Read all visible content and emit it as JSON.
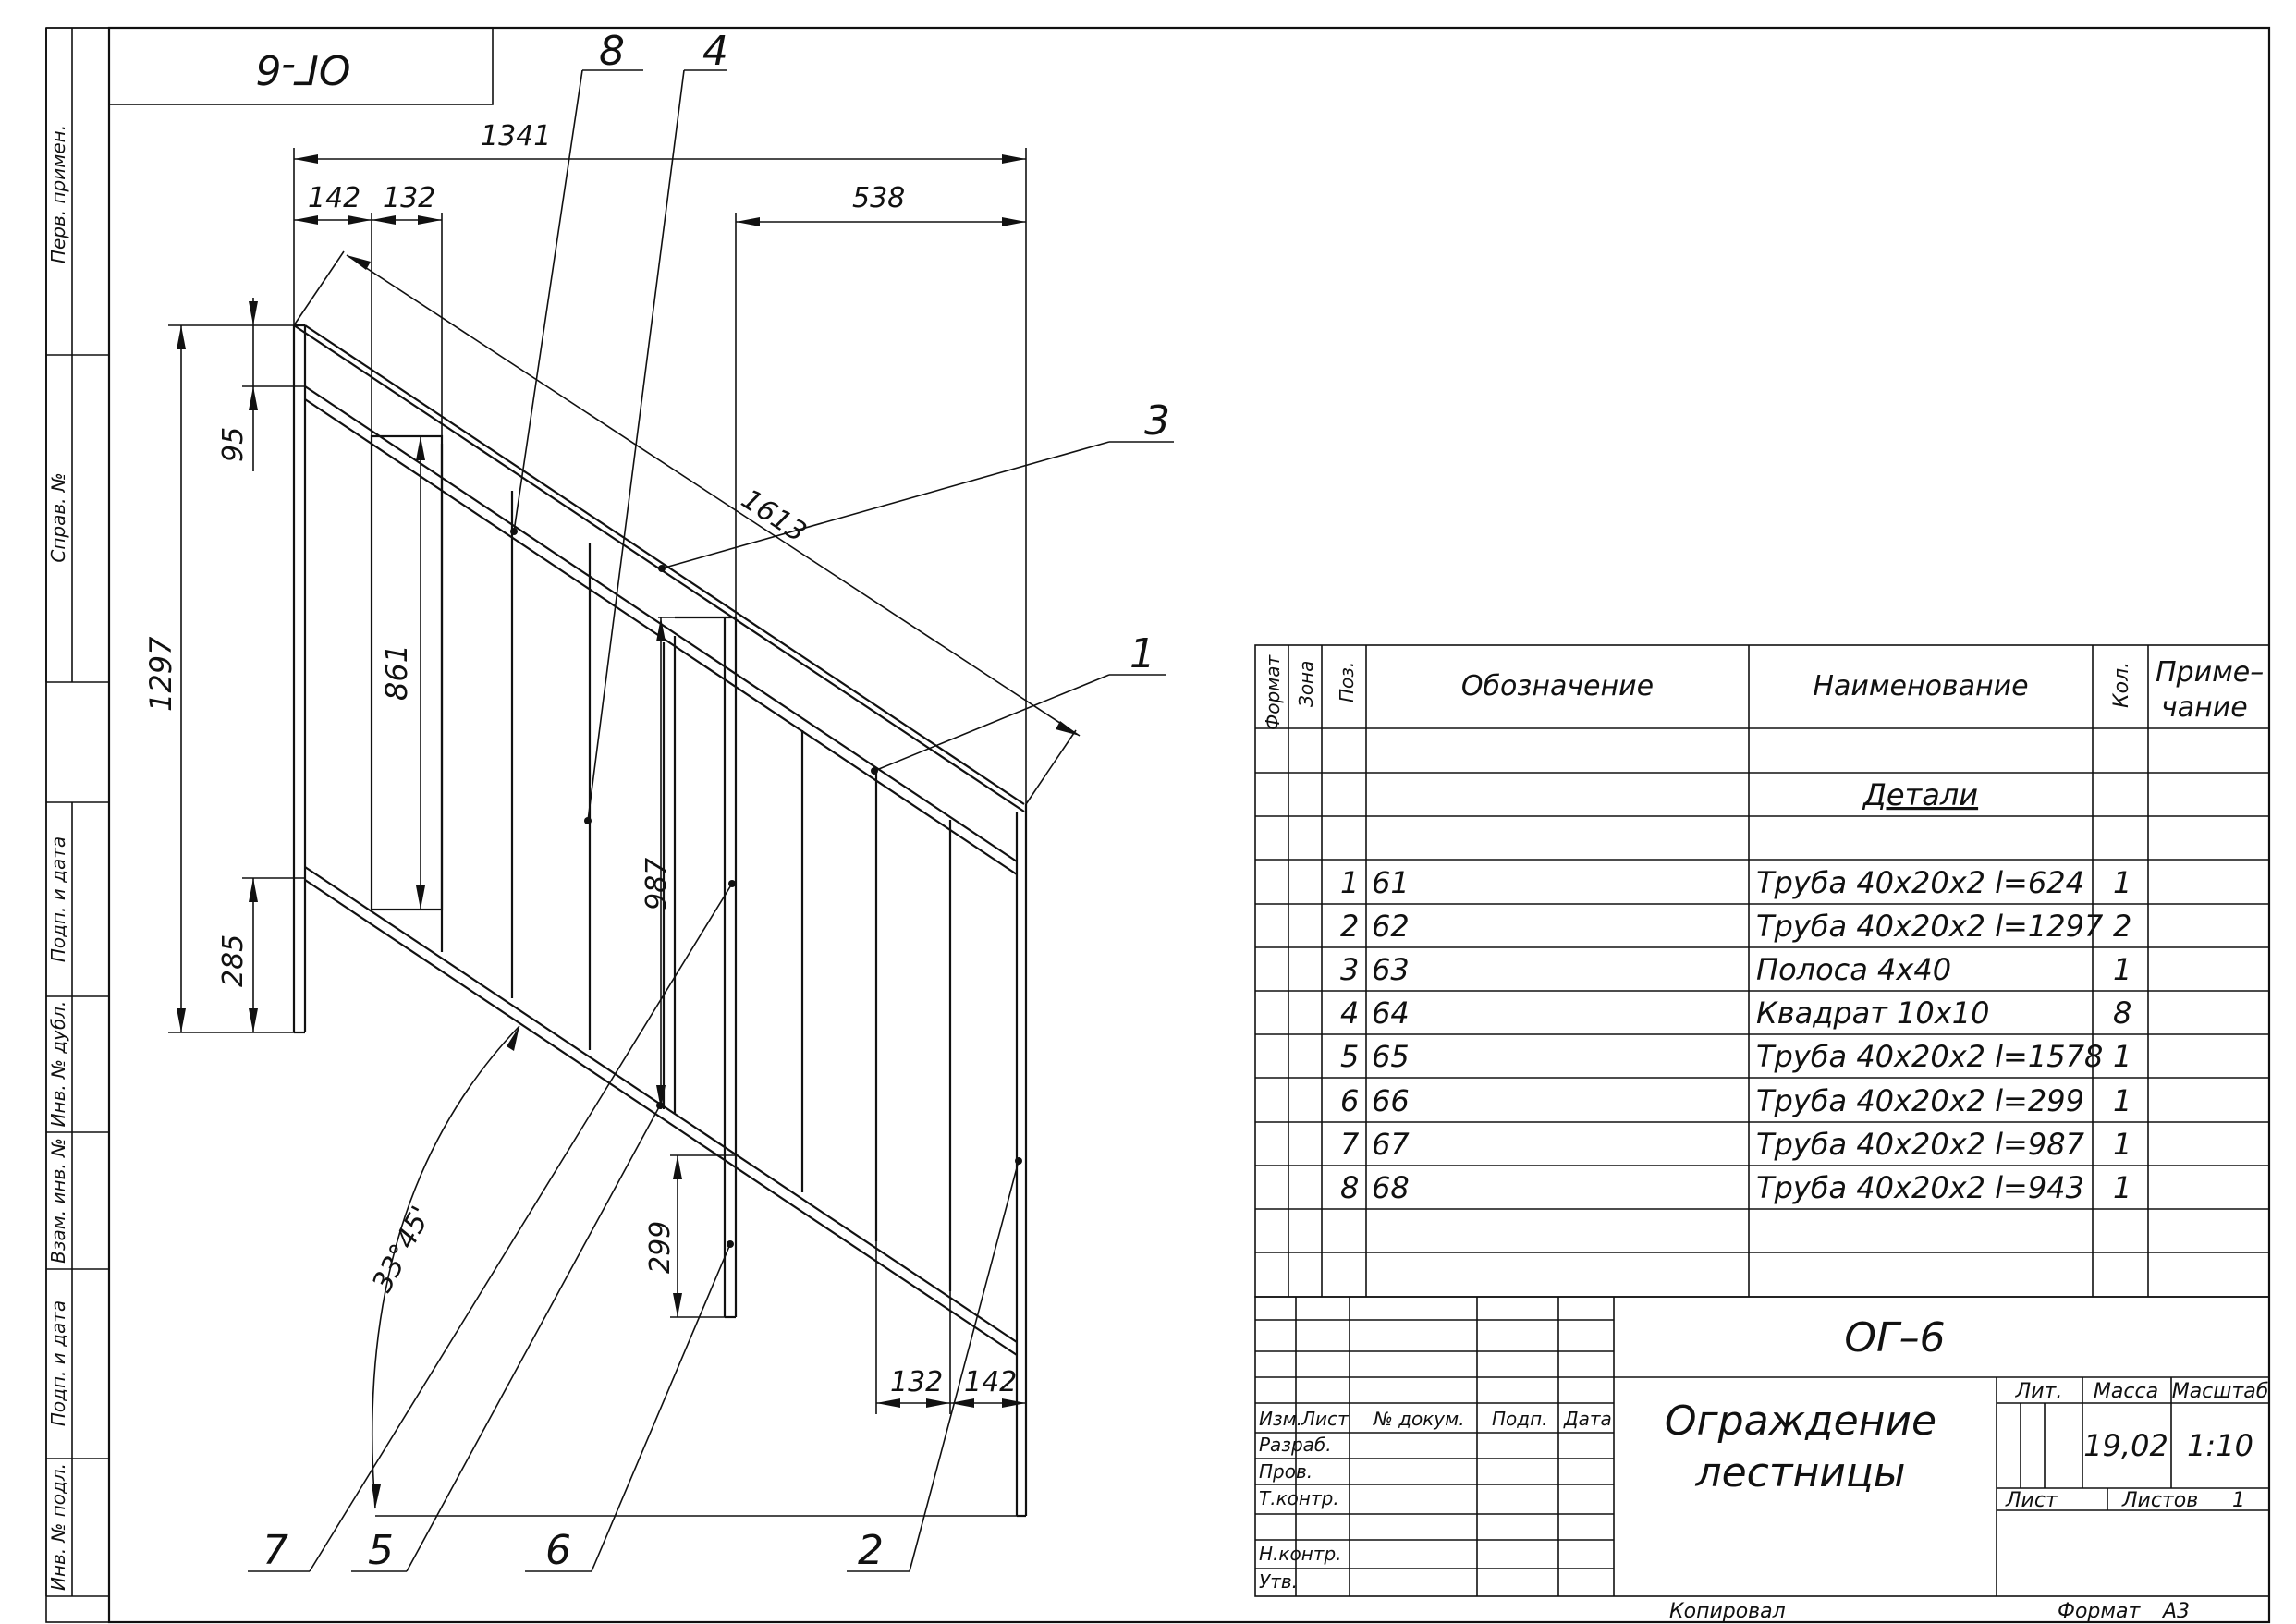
{
  "stamp_code": "ОГ-6",
  "side_labels": [
    "Перв. примен.",
    "Справ. №",
    "Подп. и дата",
    "Инв. № дубл.",
    "Взам. инв. №",
    "Подп. и дата",
    "Инв. № подл."
  ],
  "dimensions": {
    "d1341": "1341",
    "d142_top": "142",
    "d132_top": "132",
    "d538": "538",
    "d1613": "1613",
    "d1297": "1297",
    "d95": "95",
    "d861": "861",
    "d285": "285",
    "d987": "987",
    "d299": "299",
    "d132_bot": "132",
    "d142_bot": "142",
    "angle": "33°45'"
  },
  "leaders": [
    "8",
    "4",
    "3",
    "1",
    "7",
    "5",
    "6",
    "2"
  ],
  "spec": {
    "headers": {
      "format": "Формат",
      "zone": "Зона",
      "pos": "Поз.",
      "designation": "Обозначение",
      "name": "Наименование",
      "qty": "Кол.",
      "note": "Приме-\nчание"
    },
    "note_line1": "Приме–",
    "note_line2": "чание",
    "section": "Детали",
    "rows": [
      {
        "pos": "1",
        "des": "61",
        "name": "Труба 40х20х2 l=624",
        "qty": "1"
      },
      {
        "pos": "2",
        "des": "62",
        "name": "Труба 40х20х2 l=1297",
        "qty": "2"
      },
      {
        "pos": "3",
        "des": "63",
        "name": "Полоса 4х40",
        "qty": "1"
      },
      {
        "pos": "4",
        "des": "64",
        "name": "Квадрат 10х10",
        "qty": "8"
      },
      {
        "pos": "5",
        "des": "65",
        "name": "Труба 40х20х2 l=1578",
        "qty": "1"
      },
      {
        "pos": "6",
        "des": "66",
        "name": "Труба 40х20х2 l=299",
        "qty": "1"
      },
      {
        "pos": "7",
        "des": "67",
        "name": "Труба 40х20х2 l=987",
        "qty": "1"
      },
      {
        "pos": "8",
        "des": "68",
        "name": "Труба 40х20х2 l=943",
        "qty": "1"
      }
    ]
  },
  "title_block": {
    "code": "ОГ–6",
    "title_line1": "Ограждение",
    "title_line2": "лестницы",
    "lit": "Лит.",
    "mass_label": "Масса",
    "scale_label": "Масштаб",
    "mass": "19,02",
    "scale": "1:10",
    "sheet": "Лист",
    "sheets": "Листов",
    "sheets_count": "1",
    "col_izm": "Изм.",
    "col_list": "Лист",
    "col_doc": "№ докум.",
    "col_sign": "Подп.",
    "col_date": "Дата",
    "role_razrab": "Разраб.",
    "role_prov": "Пров.",
    "role_tkontr": "Т.контр.",
    "role_nkontr": "Н.контр.",
    "role_utv": "Утв."
  },
  "footer": {
    "copied": "Копировал",
    "format_label": "Формат",
    "format": "А3"
  }
}
